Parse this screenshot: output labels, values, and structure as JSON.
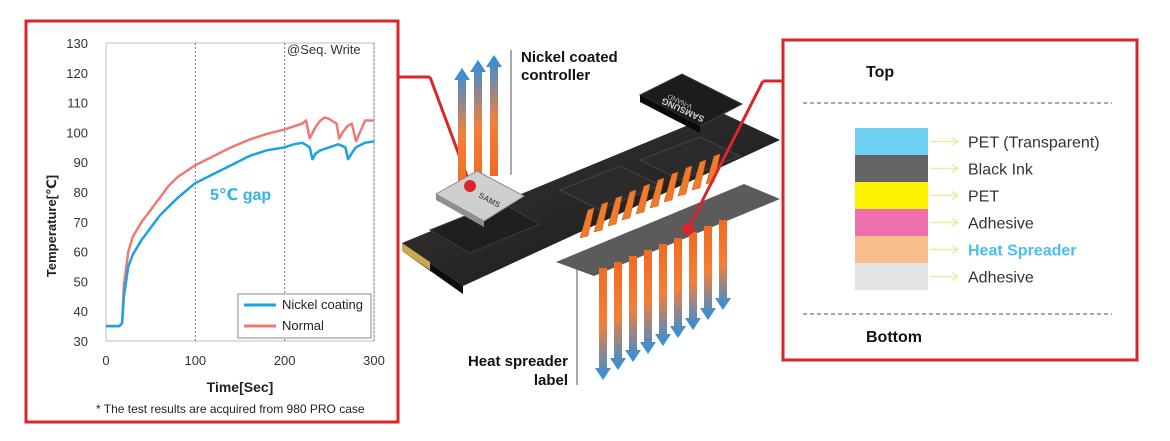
{
  "chart_data": {
    "type": "line",
    "xlabel": "Time[Sec]",
    "ylabel": "Temperature[℃]",
    "xlim": [
      0,
      300
    ],
    "ylim": [
      30,
      130
    ],
    "x_ticks": [
      "0",
      "100",
      "200",
      "300"
    ],
    "y_ticks": [
      "30",
      "40",
      "50",
      "60",
      "70",
      "80",
      "90",
      "100",
      "110",
      "120",
      "130"
    ],
    "annotation_top": "@Seq. Write",
    "annotation_gap": "5℃ gap",
    "footnote": "* The test results are acquired from 980 PRO case",
    "legend_position": "bottom-right",
    "series": [
      {
        "name": "Nickel coating",
        "color": "#1aa3dd",
        "x": [
          0,
          15,
          18,
          20,
          25,
          30,
          40,
          50,
          60,
          70,
          80,
          100,
          120,
          140,
          160,
          180,
          200,
          210,
          220,
          228,
          231,
          235,
          240,
          250,
          260,
          268,
          271,
          275,
          280,
          290,
          300
        ],
        "y": [
          35,
          35,
          36,
          45,
          55,
          59,
          64,
          68,
          72,
          75,
          78,
          83,
          86,
          89,
          92,
          94,
          95,
          96,
          96.5,
          95,
          91,
          93,
          94,
          95,
          96,
          95,
          91,
          93,
          95,
          96.5,
          97
        ]
      },
      {
        "name": "Normal",
        "color": "#ef7a72",
        "x": [
          0,
          15,
          18,
          20,
          25,
          30,
          40,
          50,
          60,
          70,
          80,
          100,
          120,
          140,
          160,
          180,
          200,
          210,
          220,
          224,
          228,
          235,
          240,
          245,
          250,
          255,
          258,
          261,
          265,
          270,
          275,
          280,
          290,
          300
        ],
        "y": [
          35,
          35,
          36,
          49,
          60,
          65,
          70,
          74,
          78,
          82,
          85,
          89,
          92,
          95,
          97.5,
          99.5,
          101,
          102,
          103,
          104,
          98,
          102,
          104,
          105,
          104.5,
          103.5,
          103,
          98,
          100,
          102,
          103,
          97,
          104,
          104
        ]
      }
    ]
  },
  "diagram": {
    "label_controller": [
      "Nickel coated",
      "controller"
    ],
    "label_spreader": [
      "Heat spreader",
      "label"
    ],
    "chip_brand": "SAMSUNG",
    "chip_sub": "V-NAND",
    "controller_text": "SAMS"
  },
  "layers_panel": {
    "top_label": "Top",
    "bottom_label": "Bottom",
    "layers": [
      {
        "name": "PET (Transparent)",
        "color": "#6ed0f2",
        "text_color": "#333333"
      },
      {
        "name": "Black Ink",
        "color": "#646464",
        "text_color": "#333333"
      },
      {
        "name": "PET",
        "color": "#fff200",
        "text_color": "#333333"
      },
      {
        "name": "Adhesive",
        "color": "#ee6fae",
        "text_color": "#333333"
      },
      {
        "name": "Heat Spreader",
        "color": "#f8be8e",
        "text_color": "#49bff0"
      },
      {
        "name": "Adhesive",
        "color": "#e4e4e4",
        "text_color": "#333333"
      }
    ]
  },
  "colors": {
    "frame_red": "#d9262b",
    "arrow_blue": "#2a8fe0",
    "arrow_orange": "#f07a2c"
  }
}
